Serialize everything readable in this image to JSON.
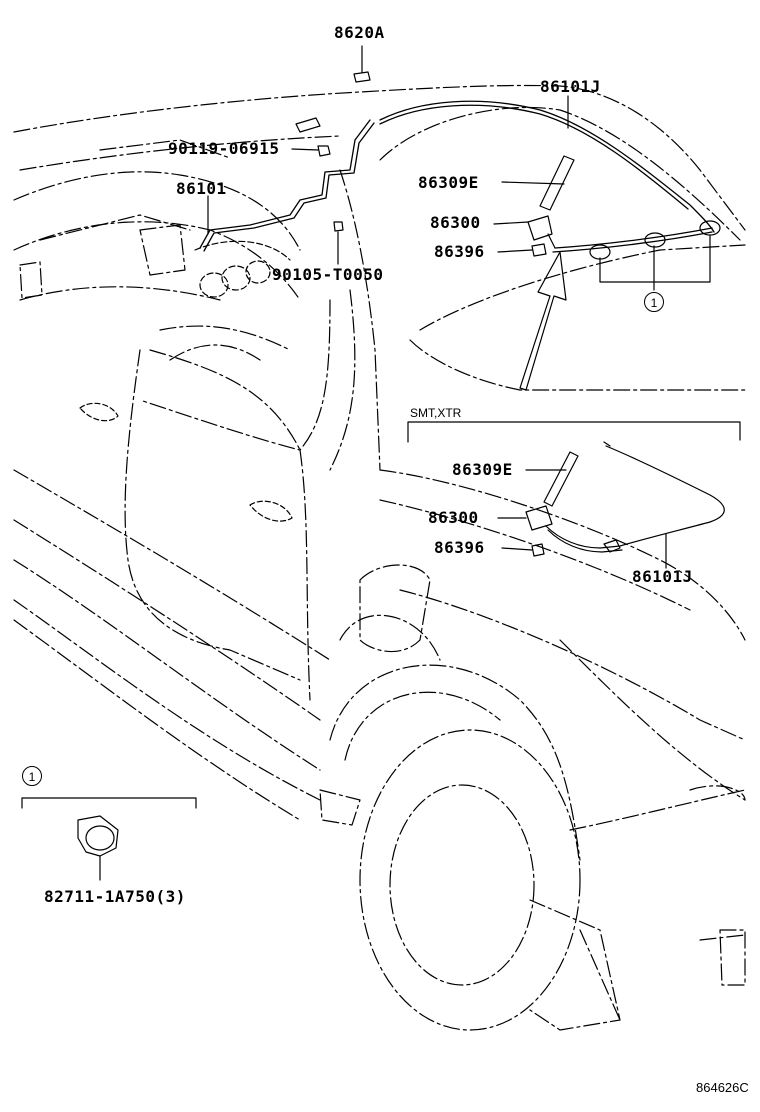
{
  "labels": {
    "p8620a": "8620A",
    "p86101j_top": "86101J",
    "p90119": "90119-06915",
    "p86309e_top": "86309E",
    "p86101": "86101",
    "p86300_top": "86300",
    "p86396_top": "86396",
    "p90105": "90105-T0050",
    "p86309e_inset": "86309E",
    "p86300_inset": "86300",
    "p86396_inset": "86396",
    "p86101j_inset": "86101J",
    "p82711": "82711-1A750(3)"
  },
  "callout_number": "1",
  "variant_label": "SMT,XTR",
  "diagram_code": "864626C"
}
